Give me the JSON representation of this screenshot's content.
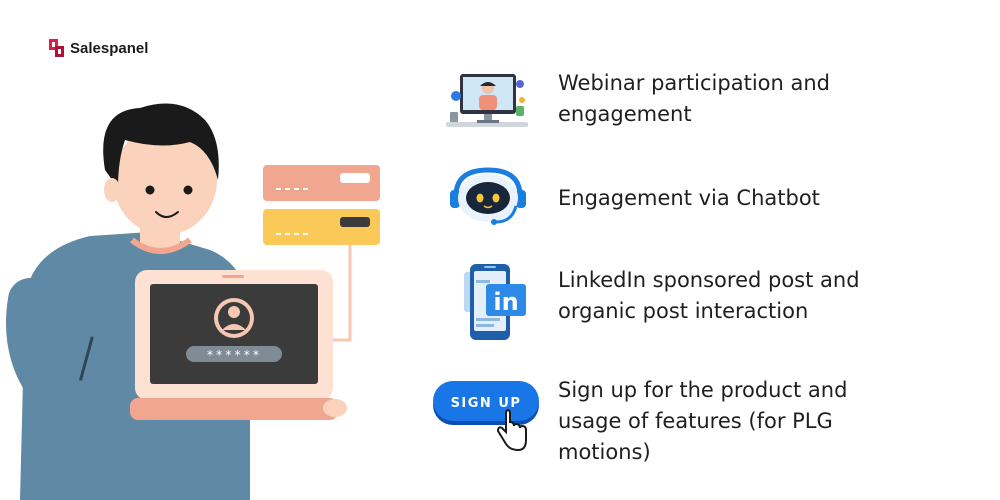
{
  "brand": {
    "name": "Salespanel",
    "color": "#e01e4e"
  },
  "items": [
    {
      "icon": "webinar-icon",
      "lines": [
        "Webinar participation and",
        "engagement"
      ]
    },
    {
      "icon": "chatbot-icon",
      "lines": [
        "Engagement via Chatbot"
      ]
    },
    {
      "icon": "linkedin-phone-icon",
      "lines": [
        "LinkedIn sponsored post and",
        "organic post interaction"
      ]
    },
    {
      "icon": "signup-button-icon",
      "button_label": "SIGN UP",
      "lines": [
        "Sign up for the product and",
        "usage of features (for PLG",
        "motions)"
      ]
    }
  ],
  "illustration": {
    "password_mask": "******"
  },
  "colors": {
    "shirt": "#5f89a5",
    "laptop_frame": "#fde1d3",
    "screen": "#3b3b3b",
    "card_top": "#f0a68f",
    "card_bottom": "#fbc958",
    "accent_blue": "#1976e6"
  }
}
